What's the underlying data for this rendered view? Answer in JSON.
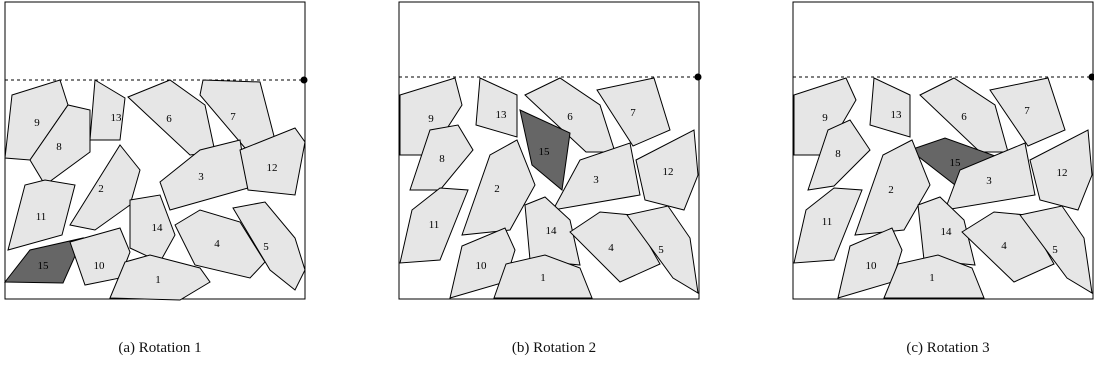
{
  "figures": [
    {
      "caption": "(a)  Rotation 1",
      "pieces": [
        {
          "label": "9",
          "highlight": false
        },
        {
          "label": "8",
          "highlight": false
        },
        {
          "label": "13",
          "highlight": false
        },
        {
          "label": "6",
          "highlight": false
        },
        {
          "label": "7",
          "highlight": false
        },
        {
          "label": "3",
          "highlight": false
        },
        {
          "label": "12",
          "highlight": false
        },
        {
          "label": "2",
          "highlight": false
        },
        {
          "label": "11",
          "highlight": false
        },
        {
          "label": "14",
          "highlight": false
        },
        {
          "label": "4",
          "highlight": false
        },
        {
          "label": "5",
          "highlight": false
        },
        {
          "label": "15",
          "highlight": true
        },
        {
          "label": "10",
          "highlight": false
        },
        {
          "label": "1",
          "highlight": false
        }
      ]
    },
    {
      "caption": "(b)  Rotation 2",
      "pieces": [
        {
          "label": "9",
          "highlight": false
        },
        {
          "label": "8",
          "highlight": false
        },
        {
          "label": "13",
          "highlight": false
        },
        {
          "label": "6",
          "highlight": false
        },
        {
          "label": "7",
          "highlight": false
        },
        {
          "label": "15",
          "highlight": true
        },
        {
          "label": "3",
          "highlight": false
        },
        {
          "label": "12",
          "highlight": false
        },
        {
          "label": "2",
          "highlight": false
        },
        {
          "label": "11",
          "highlight": false
        },
        {
          "label": "14",
          "highlight": false
        },
        {
          "label": "4",
          "highlight": false
        },
        {
          "label": "5",
          "highlight": false
        },
        {
          "label": "10",
          "highlight": false
        },
        {
          "label": "1",
          "highlight": false
        }
      ]
    },
    {
      "caption": "(c)  Rotation 3",
      "pieces": [
        {
          "label": "9",
          "highlight": false
        },
        {
          "label": "8",
          "highlight": false
        },
        {
          "label": "13",
          "highlight": false
        },
        {
          "label": "6",
          "highlight": false
        },
        {
          "label": "7",
          "highlight": false
        },
        {
          "label": "15",
          "highlight": true
        },
        {
          "label": "3",
          "highlight": false
        },
        {
          "label": "12",
          "highlight": false
        },
        {
          "label": "2",
          "highlight": false
        },
        {
          "label": "11",
          "highlight": false
        },
        {
          "label": "14",
          "highlight": false
        },
        {
          "label": "4",
          "highlight": false
        },
        {
          "label": "5",
          "highlight": false
        },
        {
          "label": "10",
          "highlight": false
        },
        {
          "label": "1",
          "highlight": false
        }
      ]
    }
  ],
  "colors": {
    "piece_fill": "#e6e6e6",
    "piece_highlight_fill": "#666666",
    "outline": "#000000"
  }
}
